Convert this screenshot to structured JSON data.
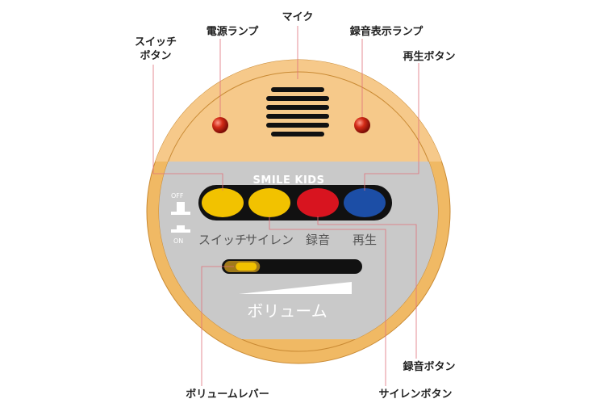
{
  "device": {
    "brand": "SMILE KIDS",
    "switch_state_off": "OFF",
    "switch_state_on": "ON",
    "button_labels": [
      "スイッチ",
      "サイレン",
      "録音",
      "再生"
    ],
    "volume_label": "ボリューム",
    "volume_level": 0.18
  },
  "callouts": {
    "switch_button": [
      "スイッチ",
      "ボタン"
    ],
    "power_lamp": "電源ランプ",
    "mic": "マイク",
    "rec_lamp": "録音表示ランプ",
    "play_button": "再生ボタン",
    "rec_button": "録音ボタン",
    "siren_button": "サイレンボタン",
    "volume_lever": "ボリュームレバー"
  },
  "colors": {
    "body": "#f0b964",
    "top_band": "#f6c98a",
    "panel": "#c9c9c9",
    "switch_btn": "#f2c200",
    "siren_btn": "#f2c200",
    "rec_btn": "#d8141f",
    "play_btn": "#1c4ea6",
    "leader": "#e0707a"
  }
}
